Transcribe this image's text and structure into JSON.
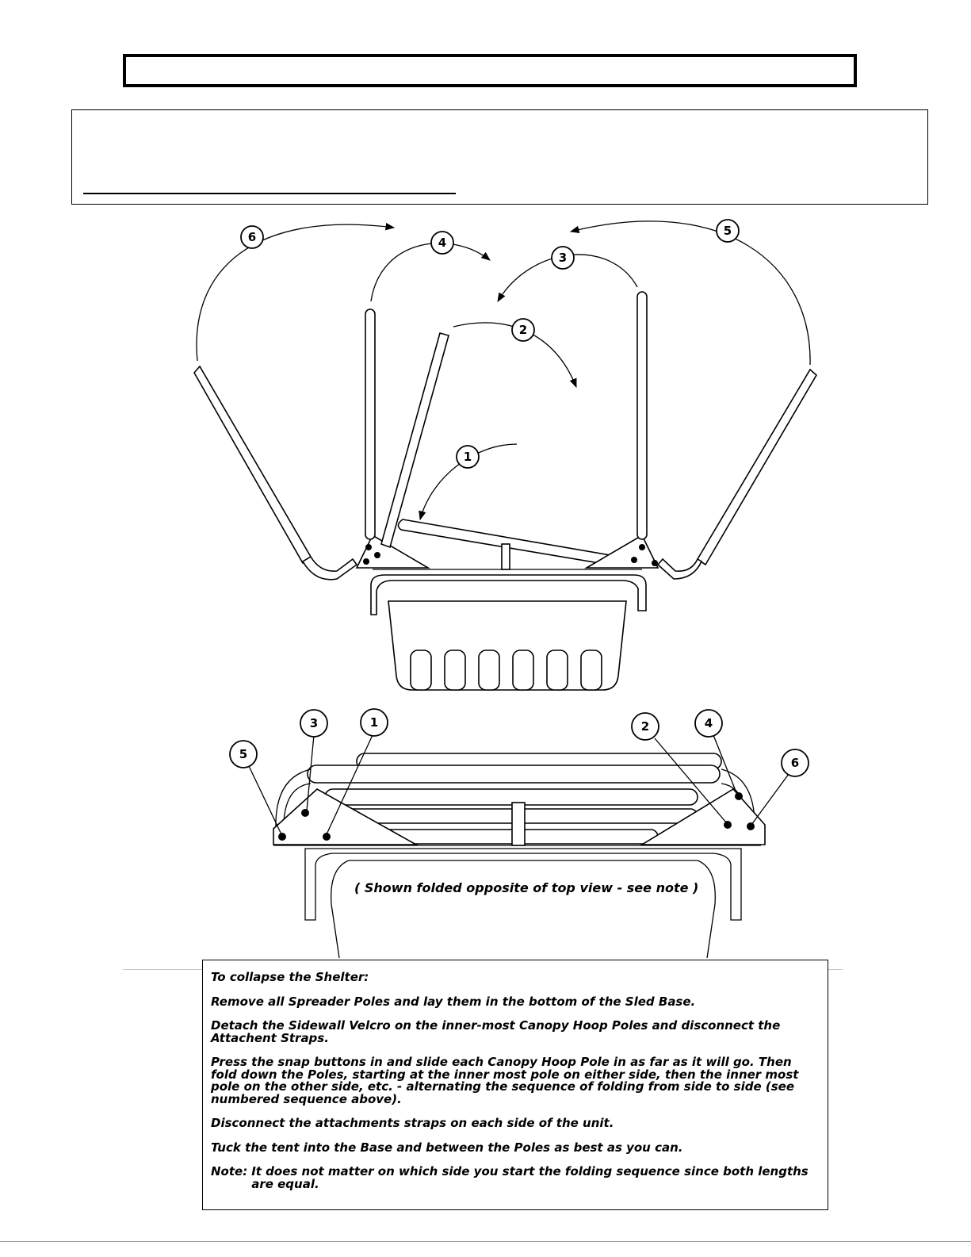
{
  "diagram": {
    "top_view_labels": [
      "1",
      "2",
      "3",
      "4",
      "5",
      "6"
    ],
    "bottom_view_labels": [
      "1",
      "2",
      "3",
      "4",
      "5",
      "6"
    ],
    "caption": "( Shown folded opposite of top view - see note )"
  },
  "instructions": {
    "heading": "To collapse the Shelter:",
    "step1": "Remove all Spreader Poles and lay them in the bottom of the Sled Base.",
    "step2": "Detach the Sidewall Velcro on the inner-most Canopy Hoop Poles and disconnect the Attachent Straps.",
    "step3": "Press the snap buttons in and slide each Canopy Hoop Pole in as far as it will go. Then fold down the Poles, starting at the inner most pole on either side, then the inner most pole on the other side, etc. - alternating the sequence of folding from side to side (see numbered sequence above).",
    "step4": "Disconnect the attachments straps on each side of the unit.",
    "step5": "Tuck the tent  into the Base and between the Poles as best as you can.",
    "note_label": "Note:",
    "note_text": "It does not matter on which side you start the folding sequence since both lengths are equal."
  }
}
